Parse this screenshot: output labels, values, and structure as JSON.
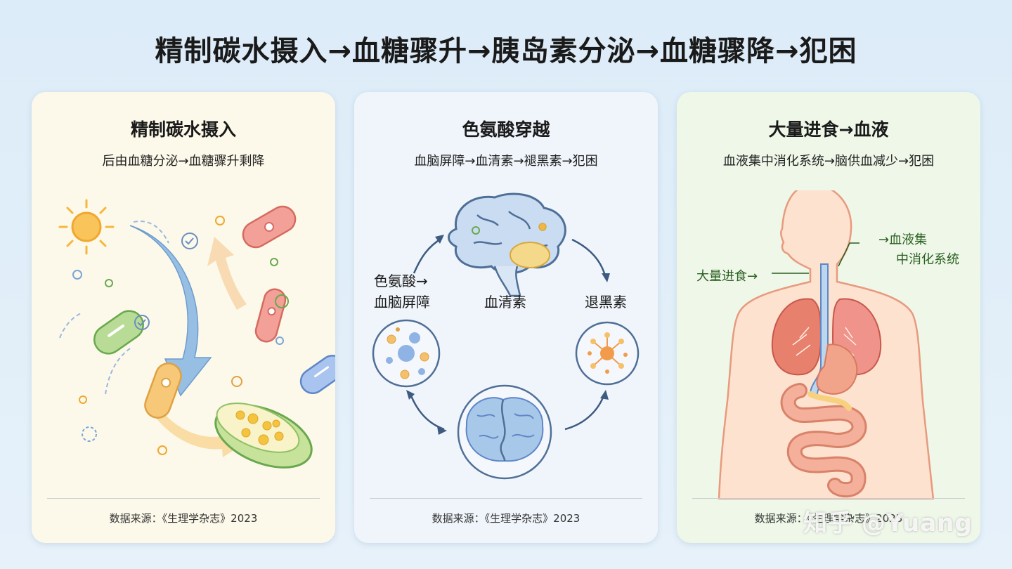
{
  "title": "精制碳水摄入→血糖骤升→胰岛素分泌→血糖骤降→犯困",
  "cards": [
    {
      "title": "精制碳水摄入",
      "subtitle": "后由血糖分泌→血糖骤升剩降",
      "source": "数据来源：《生理学杂志》2023"
    },
    {
      "title": "色氨酸穿越",
      "subtitle": "血脑屏障→血清素→褪黑素→犯困",
      "labels": {
        "tryptophan_1": "色氨酸→",
        "tryptophan_2": "血脑屏障",
        "serotonin": "血清素",
        "melatonin": "退黑素"
      },
      "source": "数据来源：《生理学杂志》2023"
    },
    {
      "title": "大量进食→血液",
      "subtitle": "血液集中消化系统→脑供血减少→犯困",
      "labels": {
        "eating": "大量进食→",
        "blood_1": "→血液集",
        "blood_2": "中消化系统"
      },
      "source": "数据来源：《生理学杂志》2023"
    }
  ],
  "watermark": "知乎 @Yuang",
  "colors": {
    "sun": "#f6b73c",
    "arrow_blue": "#6a9fd6",
    "bacteria_red": "#ec8a7e",
    "bacteria_green": "#a8d48a",
    "bacteria_blue": "#8fb3e4",
    "bacteria_orange": "#f5c06a",
    "brain_blue": "#a8c8ea",
    "body_skin": "#fde2cf",
    "lung": "#e8705f",
    "intestine": "#f2a48a"
  }
}
